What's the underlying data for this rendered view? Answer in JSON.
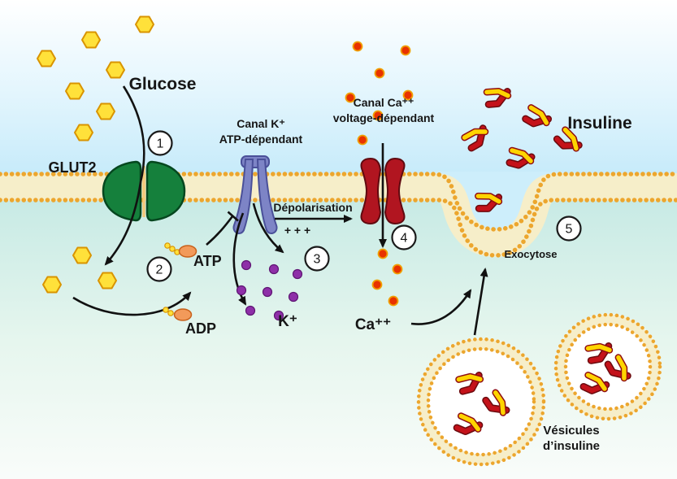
{
  "diagram": {
    "labels": {
      "glucose": "Glucose",
      "glut2": "GLUT2",
      "canal_k_line1": "Canal K⁺",
      "canal_k_line2": "ATP-dépendant",
      "canal_ca_line1": "Canal Ca⁺⁺",
      "canal_ca_line2": "voltage-dépendant",
      "depolarisation": "Dépolarisation",
      "plus_signs": "+ + +",
      "atp": "ATP",
      "adp": "ADP",
      "k_ion": "K⁺",
      "ca_ion": "Ca⁺⁺",
      "insuline": "Insuline",
      "exocytose": "Exocytose",
      "vesicles_line1": "Vésicules",
      "vesicles_line2": "d’insuline"
    },
    "steps": [
      "1",
      "2",
      "3",
      "4",
      "5"
    ],
    "icons": {
      "glucose": "yellow-hexagon",
      "k_ion": "purple-dot",
      "ca_ion": "red-orange-dot",
      "insulin": "red-yellow-chain",
      "atp_adp": "orange-nucleotide",
      "membrane": "lipid-bilayer-beads"
    },
    "colors": {
      "extracellular": "#cdeefb",
      "intracellular": "#d9f2e6",
      "membrane_band": "#f6eec9",
      "lipid_head": "#eca62e",
      "glucose_fill": "#ffe13a",
      "glucose_stroke": "#d99400",
      "glut2": "#15803c",
      "k_channel": "#7d84c6",
      "ca_channel": "#b11520",
      "k_ion": "#8e2fa8",
      "ca_ion": "#e83200",
      "insulin_red": "#c4121a",
      "insulin_yellow": "#ffd400"
    }
  }
}
